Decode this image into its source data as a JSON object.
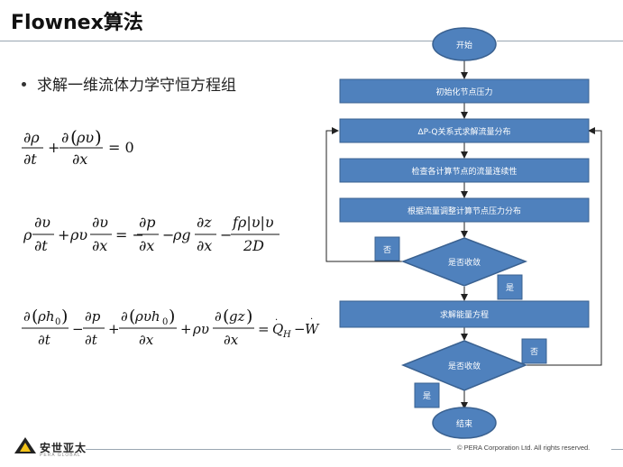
{
  "header": {
    "title": "Flownex算法"
  },
  "content": {
    "bullet": "求解一维流体力学守恒方程组"
  },
  "flowchart": {
    "start": "开始",
    "steps": [
      "初始化节点压力",
      "ΔP-Q关系式求解流量分布",
      "检查各计算节点的流量连续性",
      "根据流量调整计算节点压力分布"
    ],
    "decision1": "是否收敛",
    "no1": "否",
    "yes1": "是",
    "step5": "求解能量方程",
    "decision2": "是否收敛",
    "no2": "否",
    "yes2": "是",
    "end": "结束",
    "colors": {
      "box": "#4f81bd",
      "box_border": "#3a6190",
      "text": "#ffffff",
      "line": "#222222"
    }
  },
  "footer": {
    "copyright": "© PERA Corporation Ltd. All rights reserved.",
    "logo": "安世亚太",
    "logo_sub": "PERA GLOBAL"
  }
}
